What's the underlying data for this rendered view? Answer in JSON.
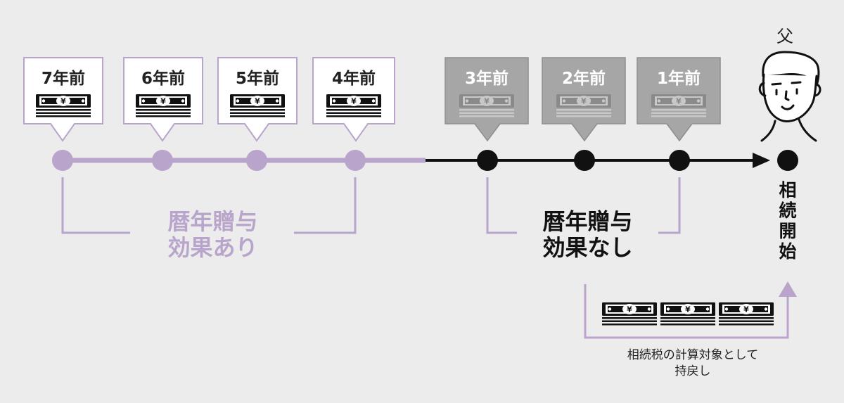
{
  "years_purple": [
    "7年前",
    "6年前",
    "5年前",
    "4年前"
  ],
  "years_gray": [
    "3年前",
    "2年前",
    "1年前"
  ],
  "effect_yes": {
    "line1": "暦年贈与",
    "line2": "効果あり"
  },
  "effect_no": {
    "line1": "暦年贈与",
    "line2": "効果なし"
  },
  "father_label": "父",
  "start_label": [
    "相",
    "続",
    "開",
    "始"
  ],
  "note": {
    "line1": "相続税の計算対象として",
    "line2": "持戻し"
  },
  "colors": {
    "purple": "#b9a4cb",
    "black": "#111111",
    "gray_box": "#a6a6a6",
    "background": "#ececec"
  },
  "icons": [
    "money-stack-icon",
    "father-face-icon",
    "arrow-right-icon",
    "arrow-up-icon"
  ]
}
